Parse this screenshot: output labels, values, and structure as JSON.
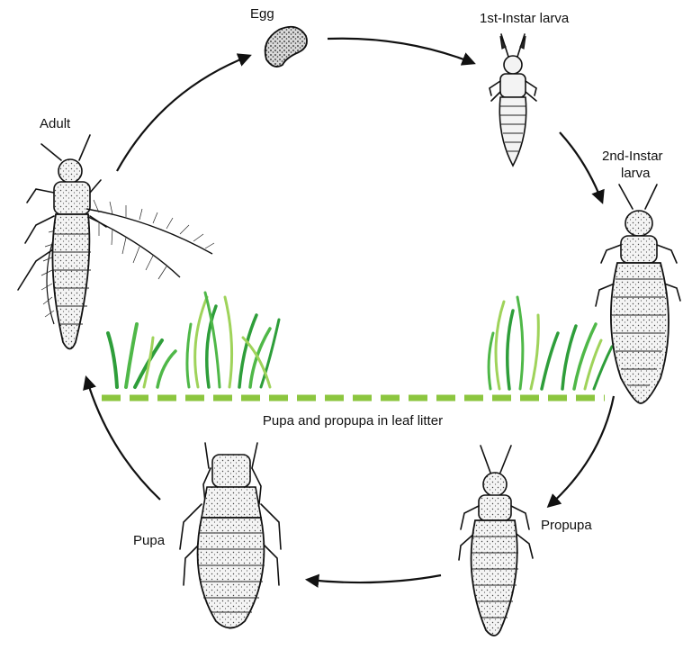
{
  "stages": {
    "egg": "Egg",
    "instar1": "1st-Instar larva",
    "instar2_line1": "2nd-Instar",
    "instar2_line2": "larva",
    "propupa": "Propupa",
    "pupa": "Pupa",
    "adult": "Adult"
  },
  "soil_label": "Pupa and propupa in leaf litter",
  "colors": {
    "ground_dash": "#8cc63f",
    "grass_dark": "#2e9e3a",
    "grass_mid": "#4fb848",
    "grass_light": "#9fd35a",
    "outline": "#111111"
  }
}
